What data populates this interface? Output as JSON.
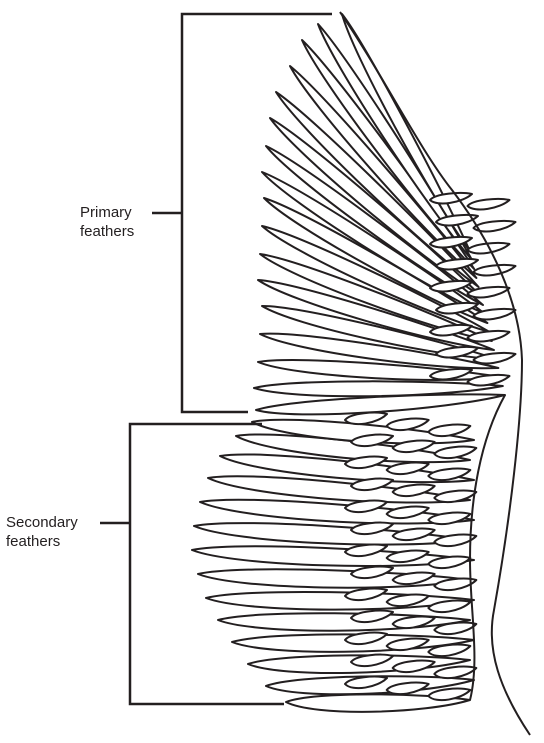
{
  "labels": {
    "primary": [
      "Primary",
      "feathers"
    ],
    "secondary": [
      "Secondary",
      "feathers"
    ]
  },
  "colors": {
    "stroke": "#231f20",
    "fill": "#ffffff"
  },
  "icons": {
    "wing": "bird-wing-illustration"
  }
}
